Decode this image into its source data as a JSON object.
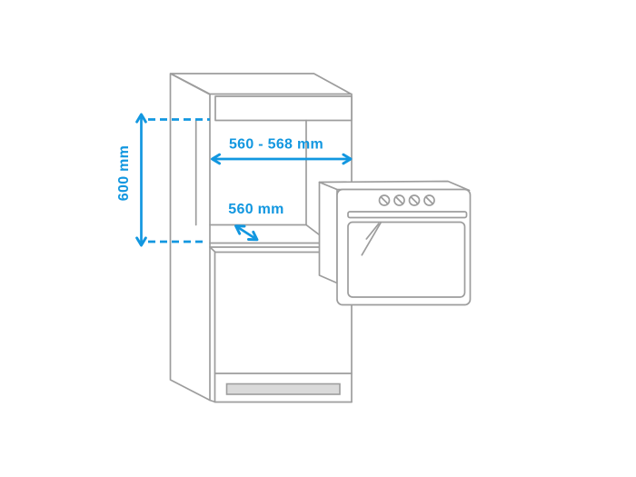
{
  "labels": {
    "niche_height": "600 mm",
    "niche_width": "560 - 568 mm",
    "niche_depth": "560 mm"
  },
  "colors": {
    "accent": "#1297e0",
    "outline": "#9d9d9d",
    "vent": "#dadada",
    "background": "#ffffff"
  }
}
